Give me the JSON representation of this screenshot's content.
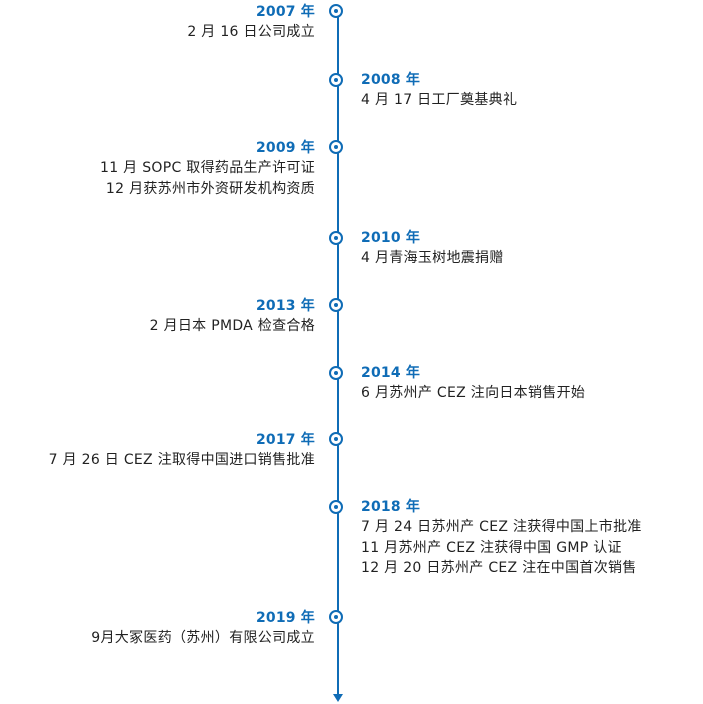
{
  "colors": {
    "accent": "#0f6cb6",
    "text": "#222222",
    "background": "#ffffff"
  },
  "events": [
    {
      "year": "2007 年",
      "side": "left",
      "lines": [
        "2 月 16 日公司成立"
      ]
    },
    {
      "year": "2008 年",
      "side": "right",
      "lines": [
        "4 月 17 日工厂奠基典礼"
      ]
    },
    {
      "year": "2009 年",
      "side": "left",
      "lines": [
        "11 月 SOPC 取得药品生产许可证",
        "12 月获苏州市外资研发机构资质"
      ]
    },
    {
      "year": "2010 年",
      "side": "right",
      "lines": [
        "4 月青海玉树地震捐赠"
      ]
    },
    {
      "year": "2013 年",
      "side": "left",
      "lines": [
        "2 月日本 PMDA 检查合格"
      ]
    },
    {
      "year": "2014 年",
      "side": "right",
      "lines": [
        "6 月苏州产 CEZ 注向日本销售开始"
      ]
    },
    {
      "year": "2017 年",
      "side": "left",
      "lines": [
        "7 月 26 日 CEZ 注取得中国进口销售批准"
      ]
    },
    {
      "year": "2018 年",
      "side": "right",
      "lines": [
        "7 月 24 日苏州产 CEZ 注获得中国上市批准",
        "11 月苏州产 CEZ 注获得中国 GMP 认证",
        "12 月 20 日苏州产 CEZ 注在中国首次销售"
      ]
    },
    {
      "year": "2019 年",
      "side": "left",
      "lines": [
        "9月大冢医药（苏州）有限公司成立"
      ]
    }
  ]
}
